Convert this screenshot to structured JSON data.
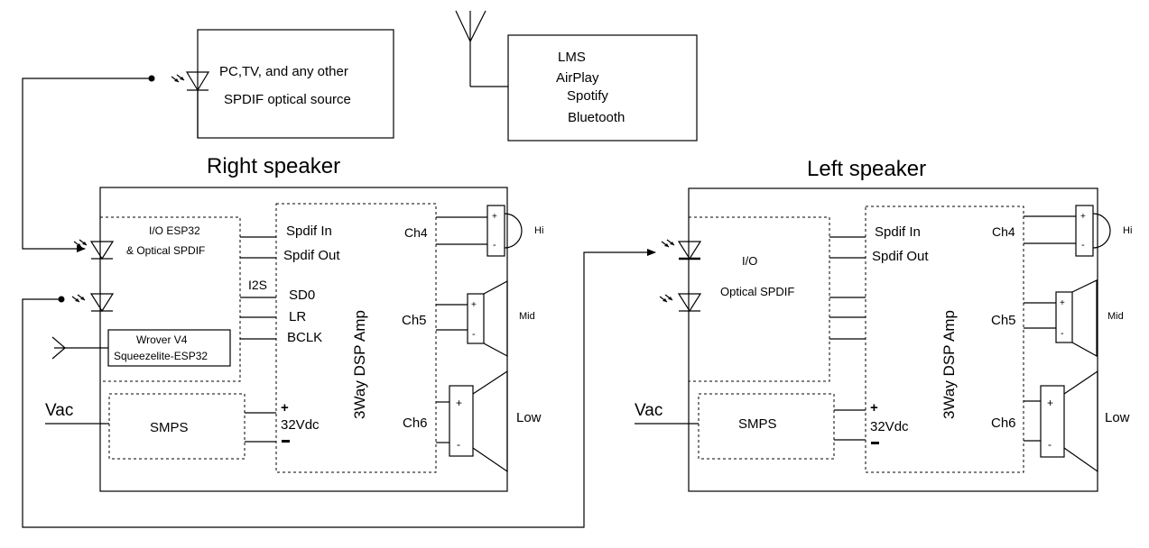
{
  "source": {
    "line1": "PC,TV, and any other",
    "line2": "SPDIF optical source"
  },
  "streaming": {
    "items": [
      "LMS",
      "AirPlay",
      "Spotify",
      "Bluetooth"
    ]
  },
  "right_speaker": {
    "title": "Right speaker",
    "io_label1": "I/O  ESP32",
    "io_label2": "& Optical SPDIF",
    "wrover1": "Wrover V4",
    "wrover2": "Squeezelite-ESP32",
    "i2s": "I2S",
    "signals": [
      "SD0",
      "LR",
      "BCLK"
    ],
    "vac": "Vac",
    "smps": "SMPS",
    "plus": "+",
    "minus": "-",
    "vdc": "32Vdc"
  },
  "left_speaker": {
    "title": "Left speaker",
    "io_label1": "I/O",
    "io_label2": "Optical SPDIF",
    "vac": "Vac",
    "smps": "SMPS",
    "plus": "+",
    "minus": "-",
    "vdc": "32Vdc"
  },
  "amp": {
    "title": "3Way DSP Amp",
    "spdif_in": "Spdif In",
    "spdif_out": "Spdif Out",
    "channels": [
      "Ch4",
      "Ch5",
      "Ch6"
    ],
    "driver_labels": [
      "Hi",
      "Mid",
      "Low"
    ],
    "terminal_plus": "+",
    "terminal_minus": "-"
  }
}
